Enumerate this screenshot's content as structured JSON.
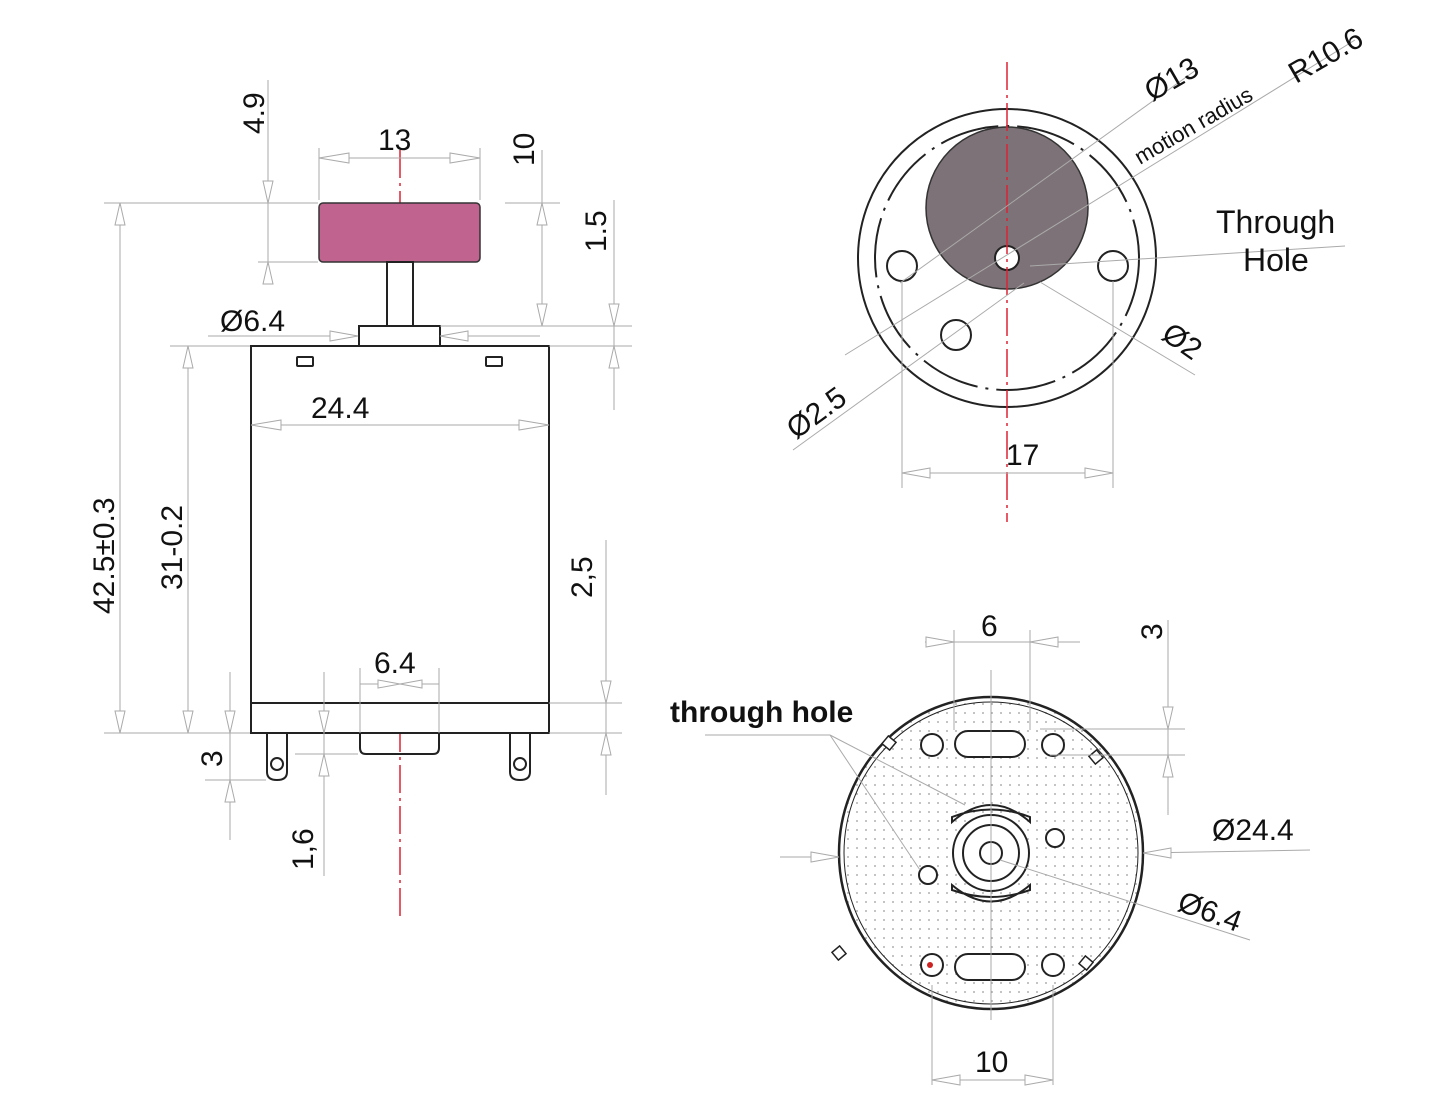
{
  "side_view": {
    "dims": {
      "shaft_gear_thickness": "4.9",
      "gear_width": "13",
      "shaft_length": "10",
      "boss_height": "1.5",
      "boss_diameter": "Ø6.4",
      "body_diameter": "24.4",
      "overall_length": "42.5±0.3",
      "body_length": "31-0.2",
      "endcap_height": "2,5",
      "rear_boss_width": "6.4",
      "terminal_length": "3",
      "rear_boss_height": "1,6"
    }
  },
  "front_view": {
    "dims": {
      "gear_diameter": "Ø13",
      "motion_radius_label": "motion radius",
      "motion_radius": "R10.6",
      "through_hole_label": "Through\nHole",
      "through_hole_line1": "Through",
      "through_hole_line2": "Hole",
      "hole_diameter": "Ø2",
      "pcd_hole_diameter": "Ø2.5",
      "hole_spacing": "17"
    },
    "colors": {
      "gear": "#7d7277",
      "centerline": "#d22233"
    }
  },
  "rear_view": {
    "dims": {
      "through_hole_label": "through hole",
      "slot_width": "6",
      "slot_offset": "3",
      "body_diameter": "Ø24.4",
      "boss_diameter": "Ø6.4",
      "hole_spacing": "10"
    }
  },
  "colors": {
    "gear_side": "#c0648f",
    "centerline": "#d22233"
  }
}
